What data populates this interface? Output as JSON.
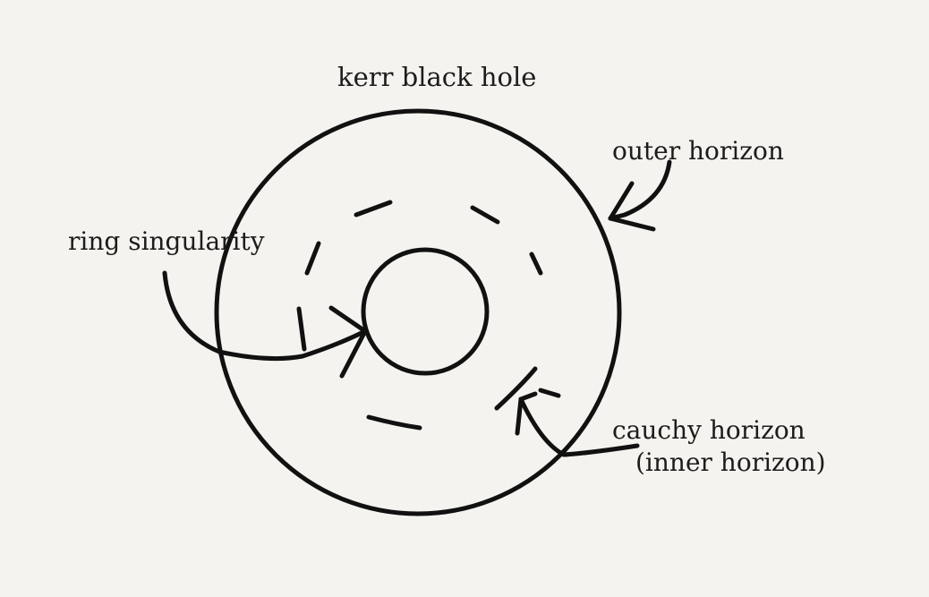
{
  "title": "kerr black hole",
  "labels": {
    "outer_horizon": "outer horizon",
    "ring_singularity": "ring singularity",
    "cauchy_horizon": "cauchy horizon",
    "inner_horizon": "(inner horizon)"
  },
  "colors": {
    "ink": "#111111",
    "paper": "#f4f3ef"
  }
}
